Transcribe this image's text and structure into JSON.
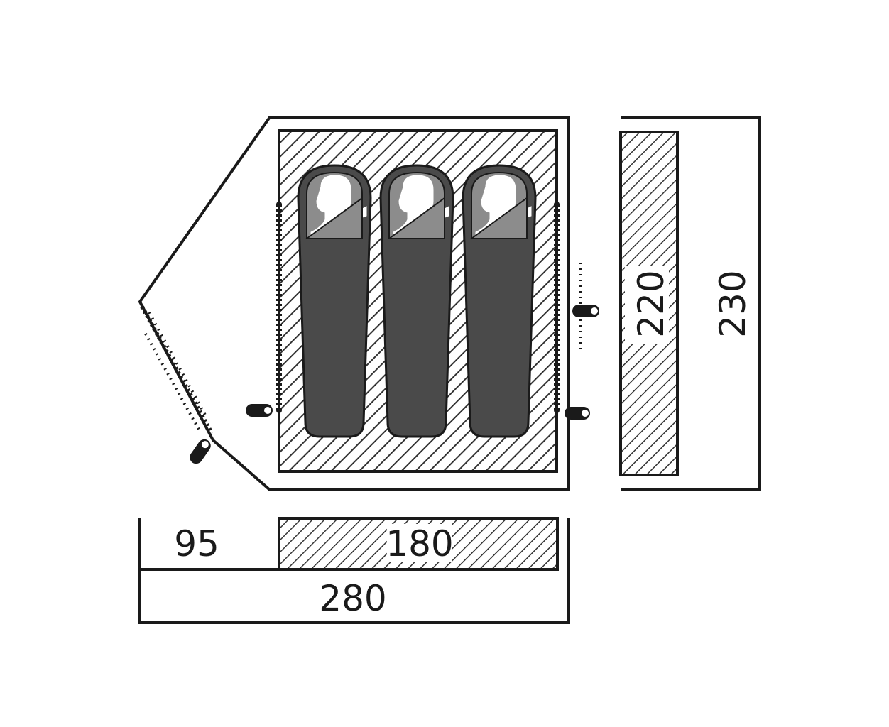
{
  "diagram": {
    "type": "tent-floor-plan",
    "sleeping_places": 3,
    "colors": {
      "line": "#1a1a1a",
      "sleeping_bag": "#4a4a4a",
      "sleeping_bag_hood": "#8c8c8c",
      "hatch": "#333333",
      "background": "#ffffff"
    },
    "icons": [
      "tent-outline",
      "inner-tent-hatched",
      "sleeping-bag-icon",
      "door-zipper",
      "guy-peg-icon"
    ],
    "dimensions": {
      "vestibule_depth": "95",
      "inner_length": "180",
      "total_length": "280",
      "inner_width": "220",
      "total_width": "230"
    }
  }
}
